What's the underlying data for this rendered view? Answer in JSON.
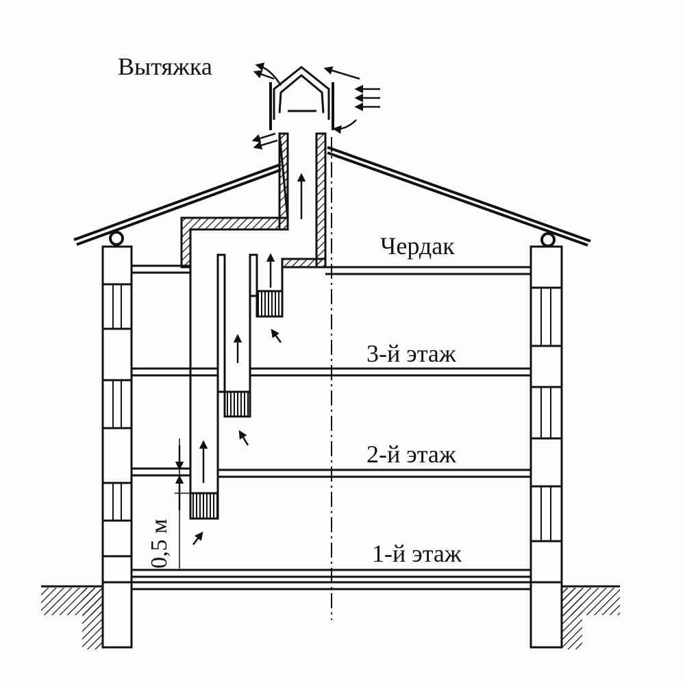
{
  "labels": {
    "exhaust": "Вытяжка",
    "attic": "Чердак",
    "floor3": "3-й этаж",
    "floor2": "2-й этаж",
    "floor1": "1-й этаж",
    "dimension": "0,5 м"
  },
  "colors": {
    "ink": "#111111",
    "paper": "#fdfdfd"
  }
}
